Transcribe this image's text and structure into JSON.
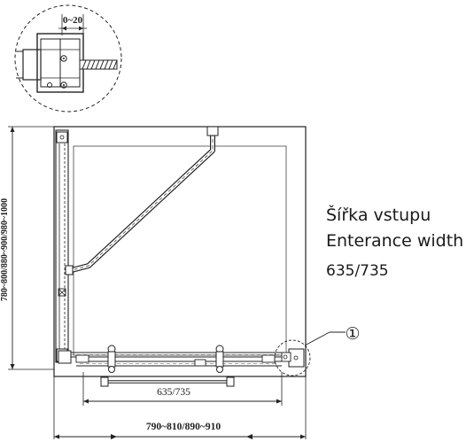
{
  "detail": {
    "gap_label": "0~20"
  },
  "dimensions": {
    "depth_label": "780~800/880~900/980~1000",
    "entrance_label": "635/735",
    "width_label": "790~810/890~910"
  },
  "legend": {
    "title_cz": "Šířka vstupu",
    "title_en": "Enterance width",
    "value": "635/735"
  },
  "callout": {
    "marker": "①"
  }
}
